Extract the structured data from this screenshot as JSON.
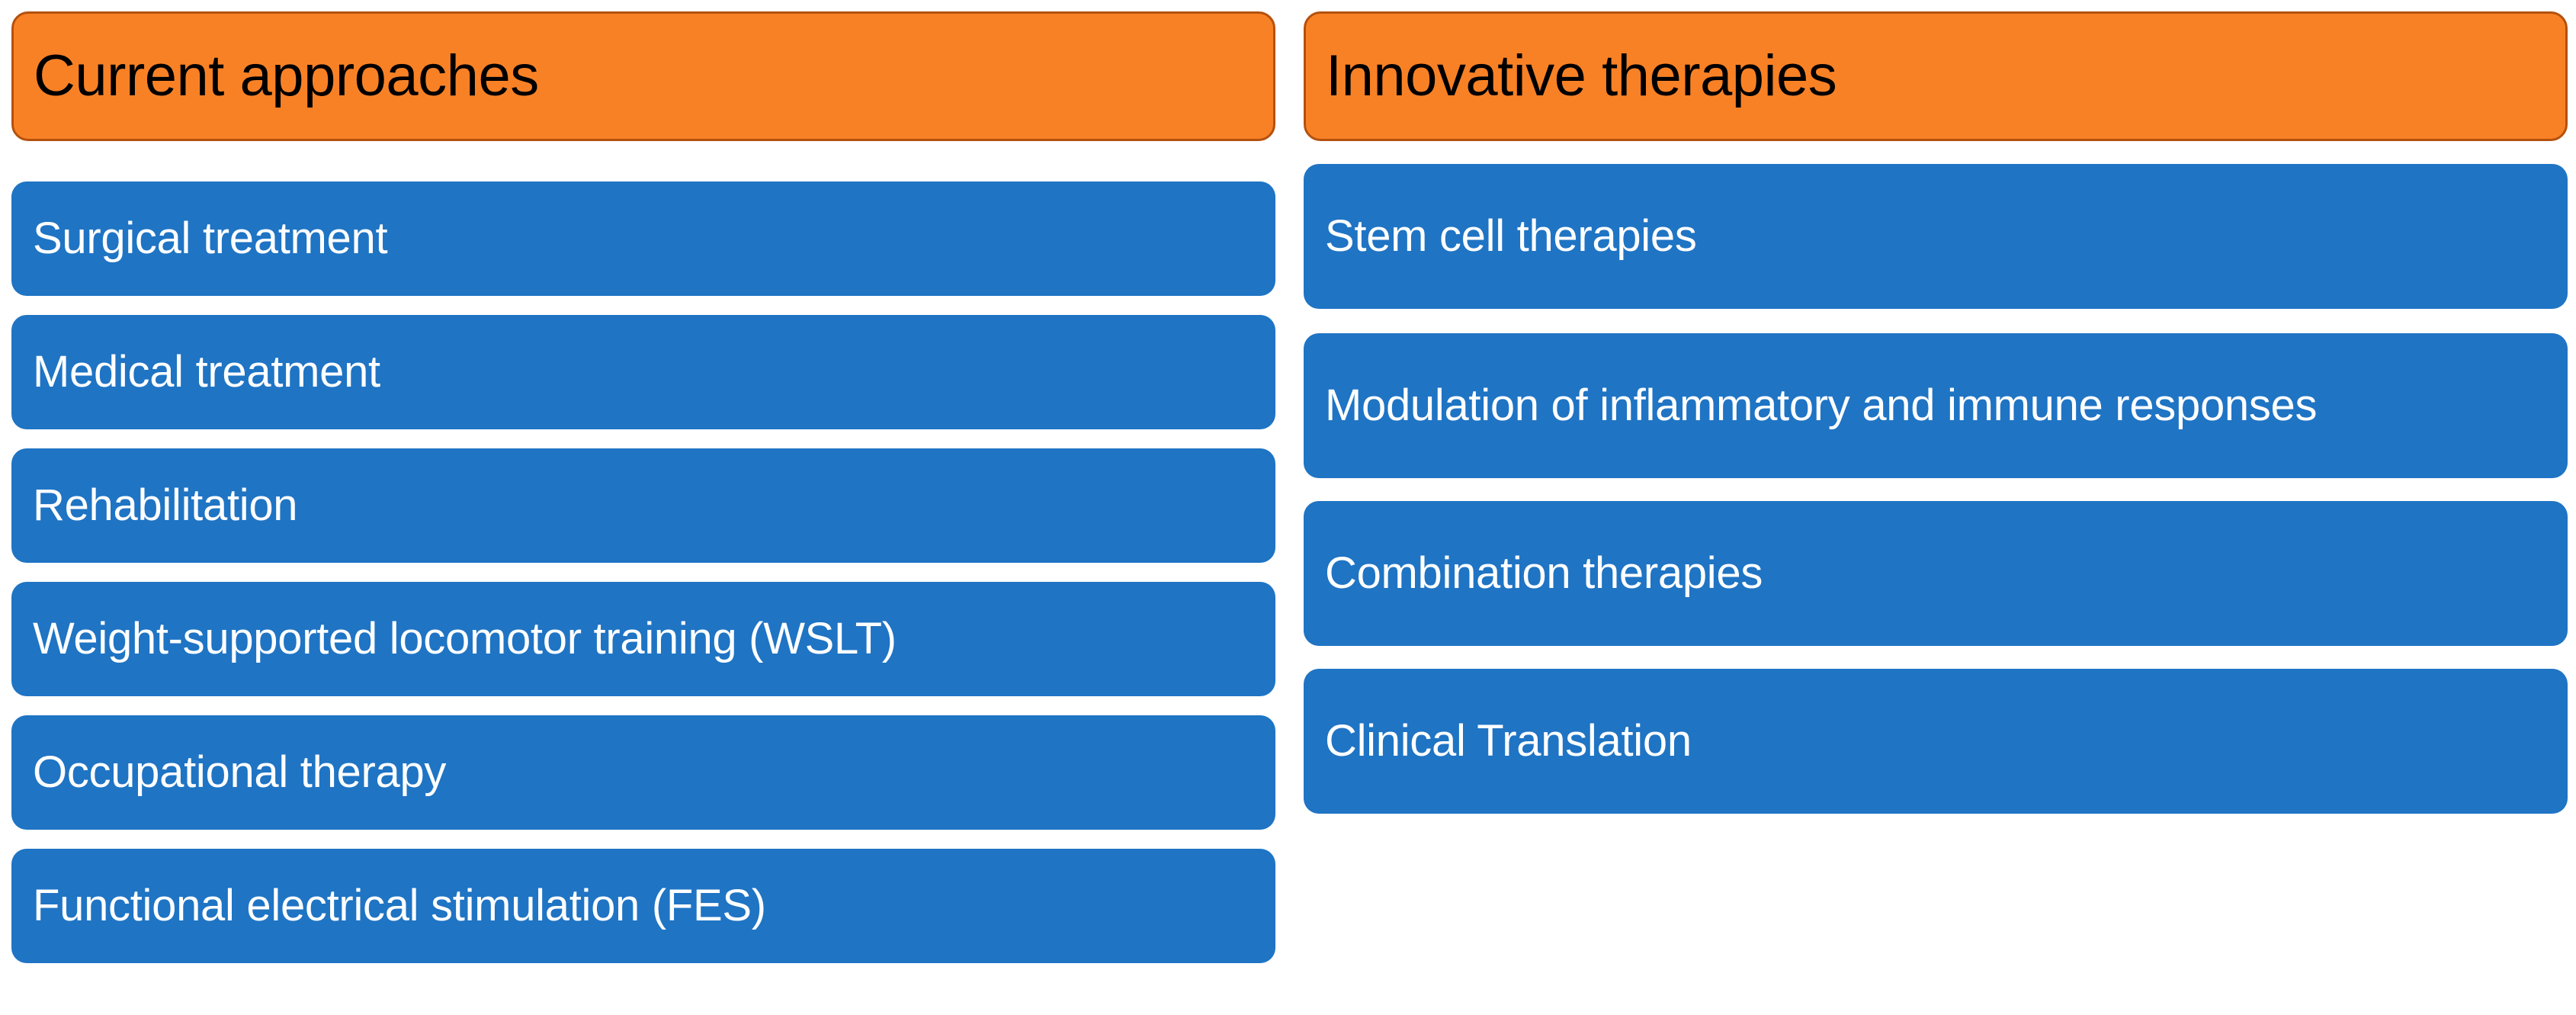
{
  "diagram": {
    "type": "two-column-list",
    "colors": {
      "header_fill": "#F98125",
      "header_border": "#B4510E",
      "item_fill": "#1F74C4",
      "header_text": "#000000",
      "item_text": "#FFFFFF",
      "background": "#FFFFFF"
    },
    "columns": [
      {
        "id": "current-approaches",
        "header": "Current approaches",
        "items": [
          "Surgical treatment",
          "Medical treatment",
          "Rehabilitation",
          "Weight-supported locomotor training (WSLT)",
          "Occupational therapy",
          "Functional electrical stimulation (FES)"
        ]
      },
      {
        "id": "innovative-therapies",
        "header": "Innovative therapies",
        "items": [
          "Stem cell therapies",
          "Modulation of inflammatory and immune responses",
          "Combination therapies",
          "Clinical Translation"
        ]
      }
    ]
  }
}
